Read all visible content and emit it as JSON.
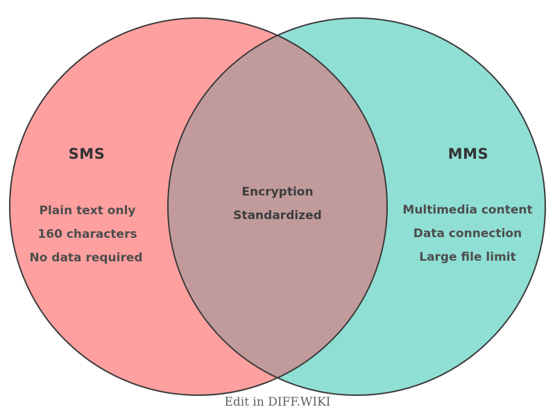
{
  "diagram": {
    "type": "venn",
    "left_set": {
      "title": "SMS",
      "items": [
        "Plain text only",
        "160 characters",
        "No data required"
      ],
      "fill_color": "#FFA0A0"
    },
    "right_set": {
      "title": "MMS",
      "items": [
        "Multimedia content",
        "Data connection",
        "Large file limit"
      ],
      "fill_color": "#90DFD5"
    },
    "overlap": {
      "items": [
        "Encryption",
        "Standardized"
      ],
      "fill_color": "#C19B9C"
    },
    "outline_color": "#3a3a3a",
    "footer": "Edit in DIFF.WIKI"
  }
}
